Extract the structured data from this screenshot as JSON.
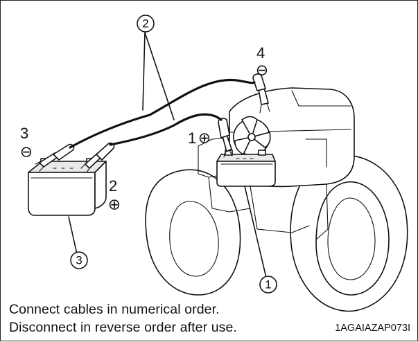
{
  "labels": {
    "cable_order_1": "1",
    "cable_order_2": "2",
    "cable_order_3": "3",
    "cable_order_4": "4",
    "plus_symbol": "⊕",
    "minus_symbol": "⊖"
  },
  "callouts": {
    "callout_1": "①",
    "callout_2": "②",
    "callout_3": "③"
  },
  "caption": {
    "line1": "Connect cables in numerical order.",
    "line2": "Disconnect in reverse order after use."
  },
  "figure_code": "1AGAIAZAP073I"
}
